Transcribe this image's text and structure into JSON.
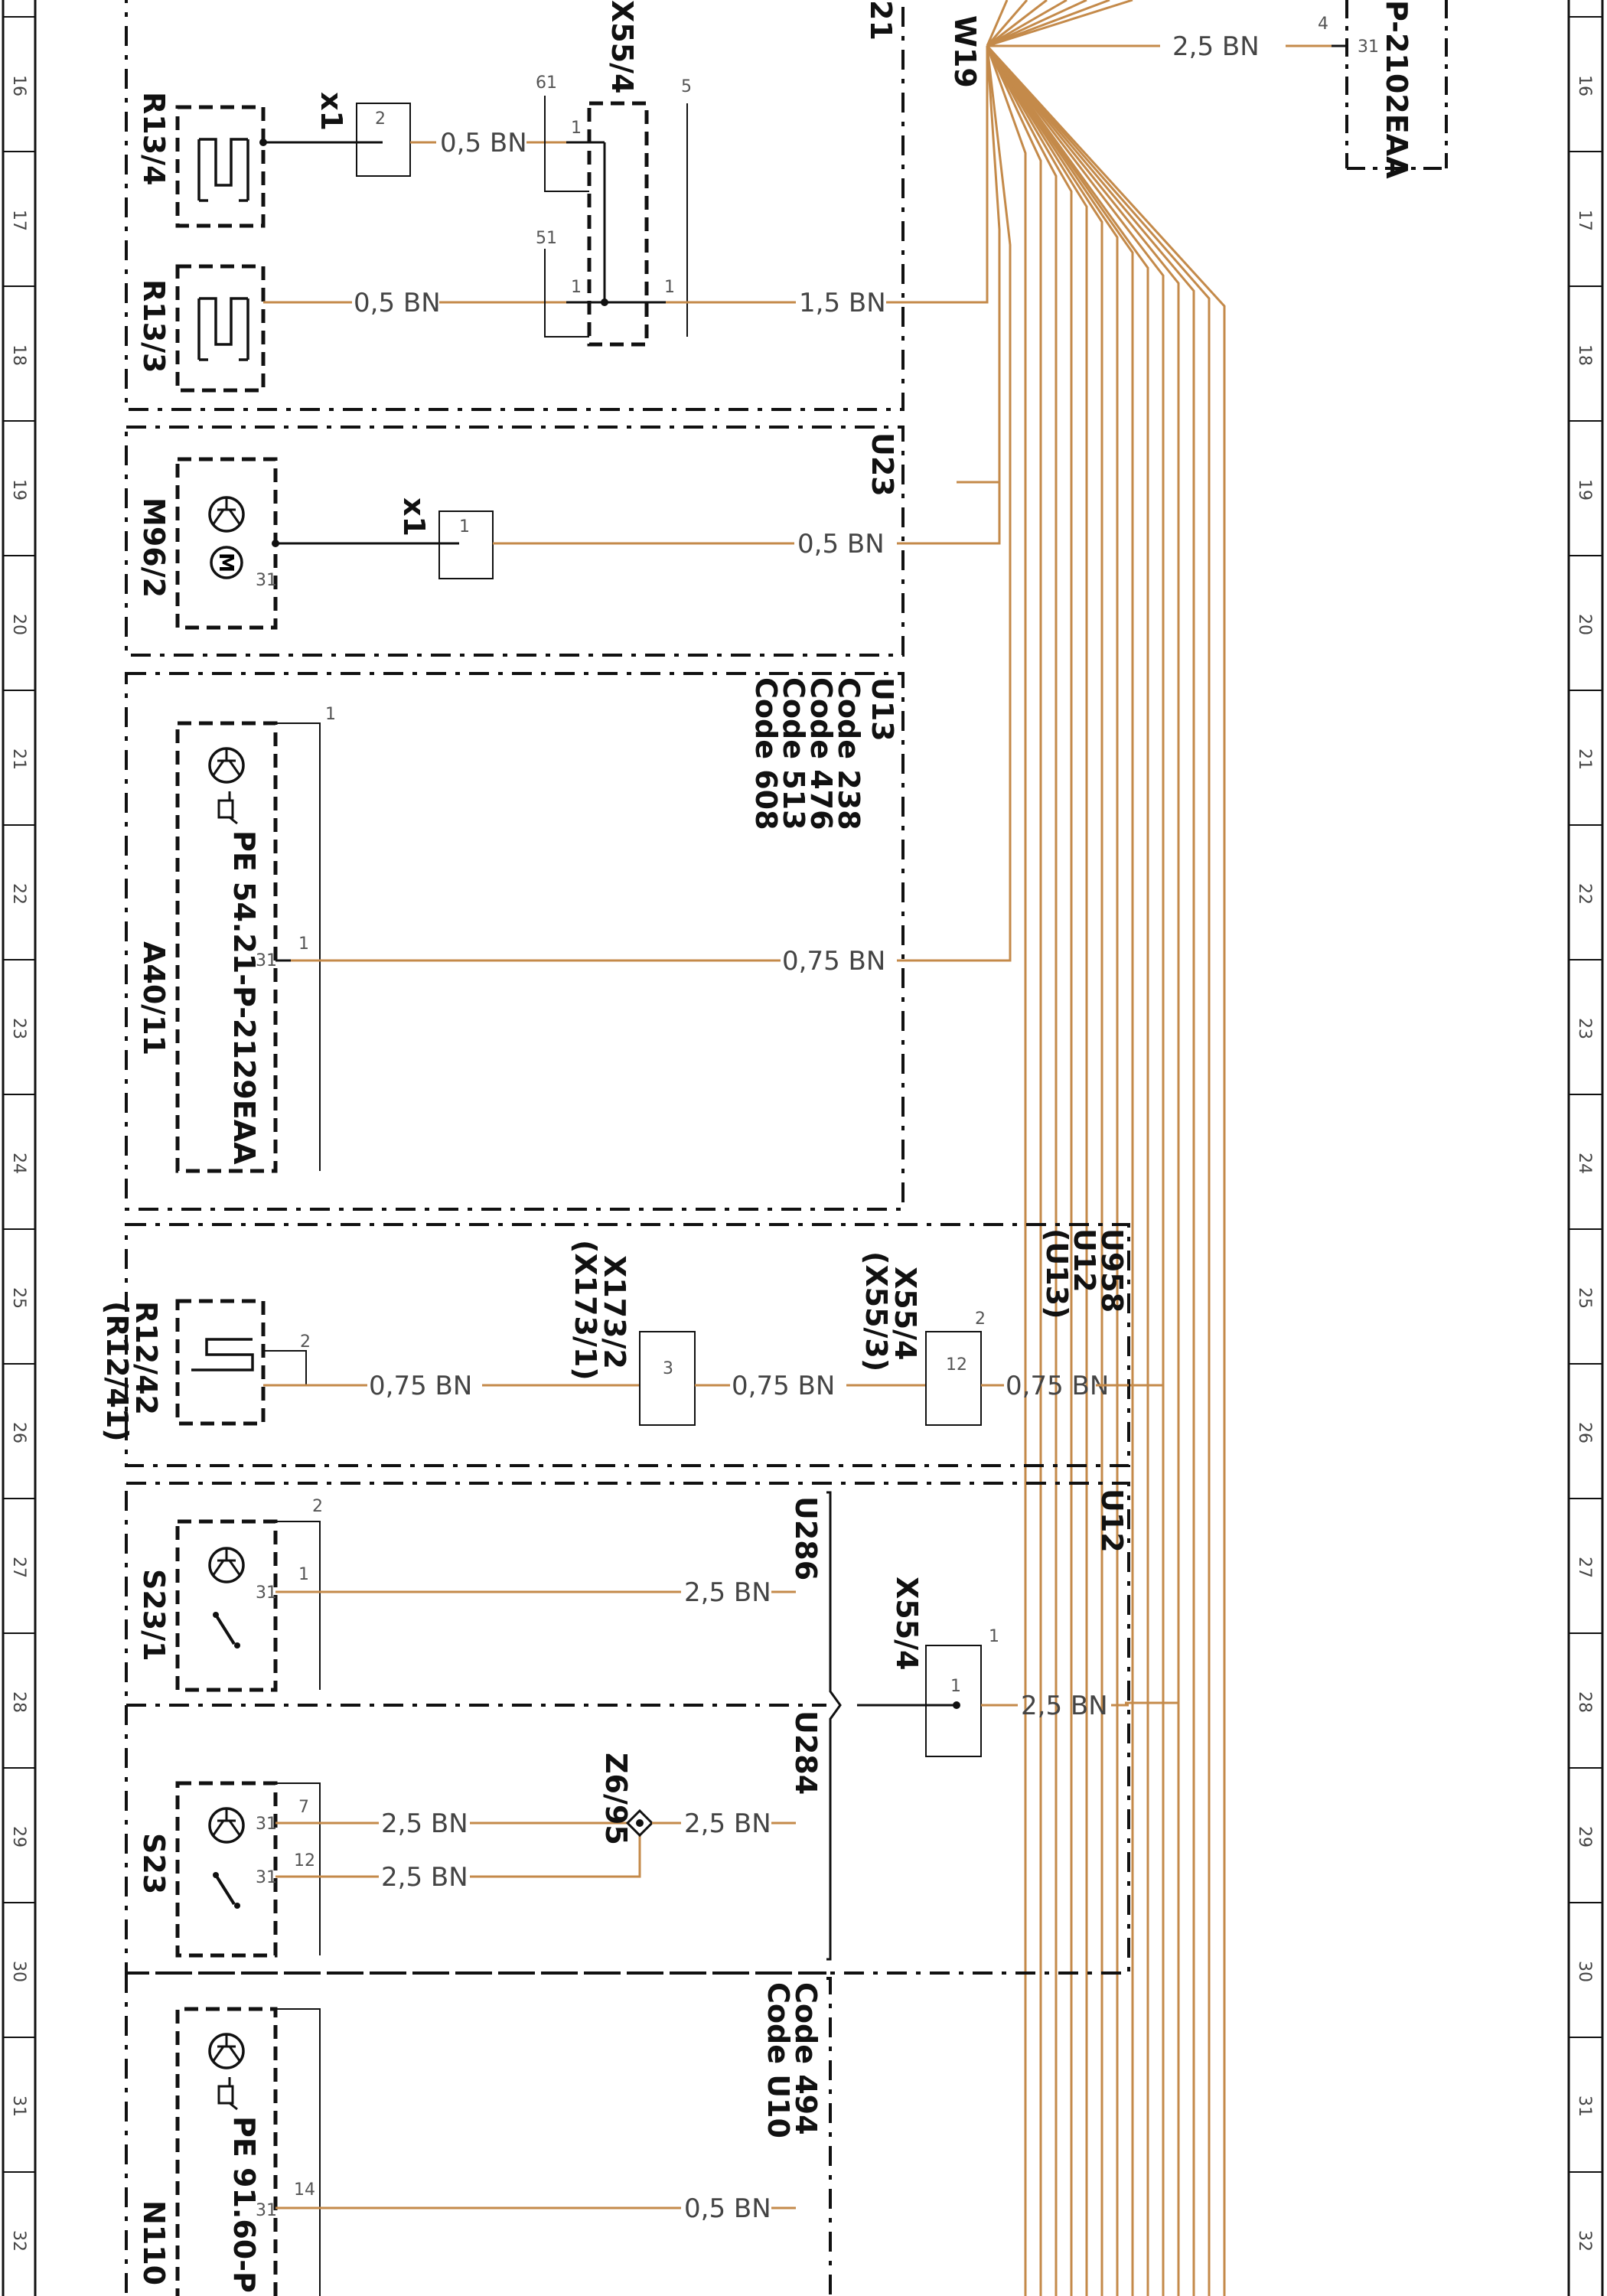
{
  "diagram": {
    "ruler_numbers": [
      "16",
      "17",
      "18",
      "19",
      "20",
      "21",
      "22",
      "23",
      "24",
      "25",
      "26",
      "27",
      "28",
      "29",
      "30",
      "31",
      "32"
    ],
    "top_right": {
      "doc_ref": "P-2102EAA",
      "wire": "2,5 BN",
      "pin_a": "4",
      "pin_b": "31"
    },
    "harness": "W19",
    "group_top": {
      "label": "21",
      "components": [
        {
          "id": "R13/4",
          "pin": "2",
          "connector": "x1",
          "wire": "0,5 BN"
        },
        {
          "id": "R13/3",
          "wire": "0,5 BN"
        }
      ],
      "connector": {
        "id": "X55/4",
        "pins": [
          "61",
          "1",
          "51",
          "1",
          "1",
          "5"
        ]
      },
      "out_wire": "1,5 BN"
    },
    "group_u23": {
      "label": "U23",
      "component": {
        "id": "M96/2",
        "pin": "31"
      },
      "connector": {
        "id": "x1",
        "pin": "1"
      },
      "wire": "0,5 BN"
    },
    "group_u13": {
      "label": "U13",
      "codes": [
        "Code  238",
        "Code  476",
        "Code  513",
        "Code  608"
      ],
      "component": {
        "id": "A40/11",
        "pe": "PE  54.21-P-2129EAA",
        "pin_in": "31",
        "pin_out": "1",
        "pin_top": "1"
      },
      "wire": "0,75 BN"
    },
    "group_u958": {
      "labels": [
        "U958",
        "U12",
        "(U13)"
      ],
      "component": {
        "id": "R12/42",
        "alt": "(R12/41)",
        "pin": "2"
      },
      "conn1": {
        "id": "X173/2",
        "alt": "(X173/1)",
        "pin": "3"
      },
      "conn2": {
        "id": "X55/4",
        "alt": "(X55/3)",
        "pins": [
          "12",
          "2"
        ]
      },
      "wires": [
        "0,75 BN",
        "0,75 BN",
        "0,75 BN"
      ]
    },
    "group_u12": {
      "label": "U12",
      "sub_u286": {
        "label": "U286",
        "component": {
          "id": "S23/1",
          "pins": [
            "31",
            "1",
            "2"
          ]
        },
        "wire": "2,5 BN"
      },
      "sub_u284": {
        "label": "U284",
        "component": {
          "id": "S23",
          "pins": [
            "31",
            "7",
            "31",
            "12"
          ]
        },
        "wires": [
          "2,5 BN",
          "2,5 BN",
          "2,5 BN"
        ]
      },
      "splice": "Z6/95",
      "connector": {
        "id": "X55/4",
        "pins": [
          "1",
          "1"
        ]
      },
      "wire": "2,5 BN"
    },
    "group_bottom": {
      "codes": [
        "Code  494",
        "Code  U10"
      ],
      "component": {
        "id": "N110",
        "pe": "PE  91.60-P",
        "pins": [
          "31",
          "14"
        ]
      },
      "wire": "0,5 BN"
    }
  }
}
